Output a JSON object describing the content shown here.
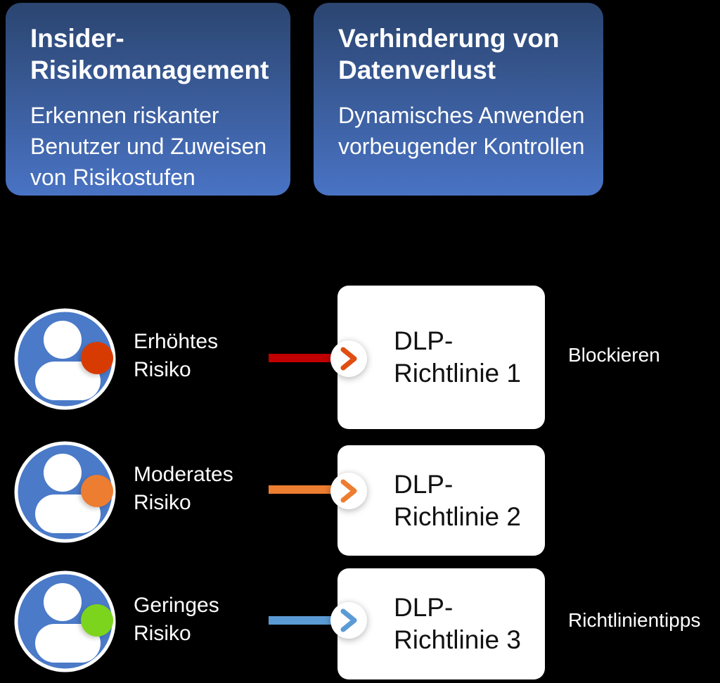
{
  "canvas": {
    "background": "#000000"
  },
  "cards": [
    {
      "title": "Insider-Risikomanagement",
      "subtitle": "Erkennen riskanter Benutzer und Zuweisen von Risikostufen",
      "gradient_top": "#2B4570",
      "gradient_bottom": "#4973C4"
    },
    {
      "title": "Verhinderung von Datenverlust",
      "subtitle": "Dynamisches Anwenden vorbeugender Kontrollen",
      "gradient_top": "#2B4570",
      "gradient_bottom": "#4973C4"
    }
  ],
  "avatar": {
    "icon": "user-avatar-icon",
    "circle_color": "#4A7AC8",
    "figure_color": "#FFFFFF"
  },
  "rows": [
    {
      "risk_label": "Erhöhtes Risiko",
      "dot_color": "#D83B01",
      "line_color": "#C00000",
      "chevron_color": "#E04E12",
      "policy_label": "DLP-Richtlinie 1",
      "outcome_label": "Blockieren"
    },
    {
      "risk_label": "Moderates Risiko",
      "dot_color": "#ED7D31",
      "line_color": "#ED7D31",
      "chevron_color": "#ED7D31",
      "policy_label": "DLP-Richtlinie 2",
      "outcome_label": ""
    },
    {
      "risk_label": "Geringes Risiko",
      "dot_color": "#7CD41C",
      "line_color": "#5B9BD5",
      "chevron_color": "#5B9BD5",
      "policy_label": "DLP-Richtlinie 3",
      "outcome_label": "Richtlinientipps"
    }
  ]
}
